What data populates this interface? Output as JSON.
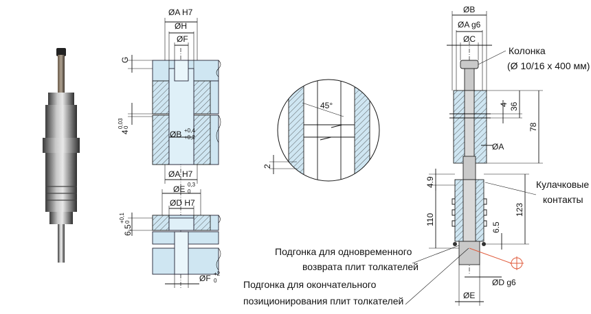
{
  "left_section": {
    "dims": {
      "a_h7_top": "ØA H7",
      "h": "ØH",
      "f": "ØF",
      "g": "G",
      "four_main": "4",
      "four_sup": "0,03",
      "four_sub": "0",
      "b_main": "ØB",
      "b_sup": "+0,4",
      "b_sub": "+0,2",
      "a_h7_mid": "ØA H7",
      "e_main": "ØE",
      "e_sup": "0,3",
      "e_sub": "0",
      "d_h7": "ØD H7",
      "six_five_main": "6,5",
      "six_five_sup": "+0,1",
      "six_five_sub": "0",
      "f_bottom_main": "ØF",
      "f_bottom_sup": "+2",
      "f_bottom_sub": "0"
    }
  },
  "detail": {
    "angle": "45°",
    "gap": "2"
  },
  "right_section": {
    "dims": {
      "b": "ØB",
      "a_g6": "ØA g6",
      "c": "ØC",
      "d4": "4",
      "d36": "36",
      "d78": "78",
      "a": "ØA",
      "d49": "4.9",
      "d110": "110",
      "d123": "123",
      "d65": "6.5",
      "d_g6": "ØD g6",
      "e": "ØE"
    },
    "labels": {
      "column": "Колонка",
      "column_size": "(Ø 10/16 x 400 мм)",
      "cam_contacts_1": "Кулачковые",
      "cam_contacts_2": "контакты",
      "fit_simul_1": "Подгонка для одновременного",
      "fit_simul_2": "возврата плит толкателей",
      "fit_final_1": "Подгонка для окончательного",
      "fit_final_2": "позиционирования плит толкателей"
    }
  },
  "colors": {
    "plate_fill": "#cfe6f2",
    "metal_fill": "#c9c9c9",
    "leader_accent": "#e05a3a"
  }
}
